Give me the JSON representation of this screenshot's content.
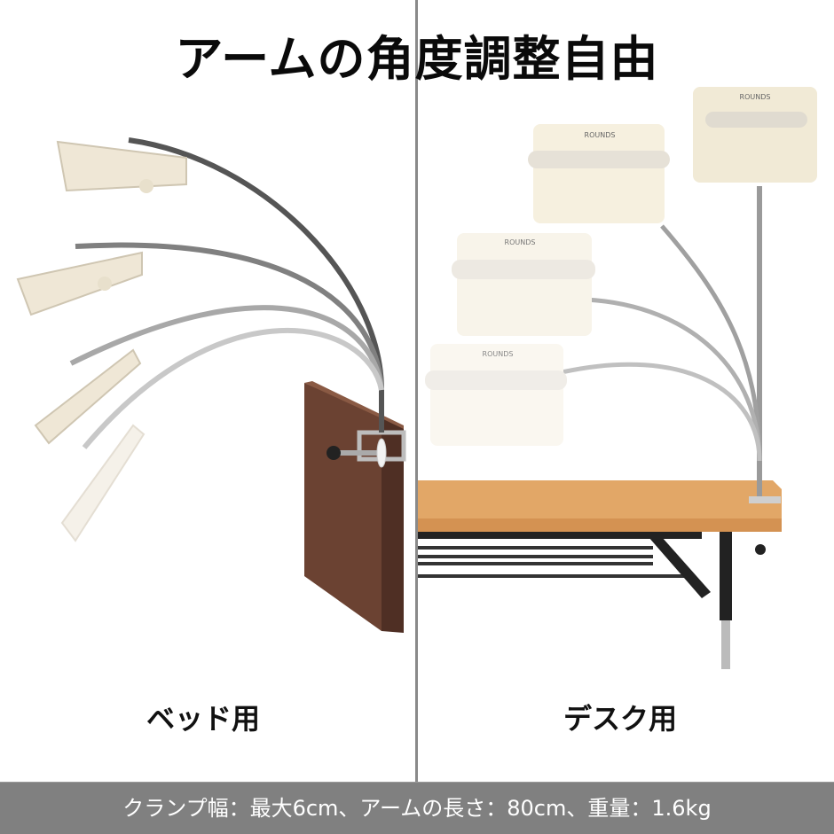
{
  "title": "アームの角度調整自由",
  "panels": {
    "left": {
      "caption": "ベッド用",
      "illustration": "gooseneck-arm-clamped-to-bed-board-with-multiple-angle-positions"
    },
    "right": {
      "caption": "デスク用",
      "illustration": "book-stand-holders-on-gooseneck-arm-clamped-to-desk",
      "brand_label": "ROUNDS"
    }
  },
  "footer": {
    "spec_text": "クランプ幅：最大6cm、アームの長さ：80cm、重量：1.6kg"
  },
  "colors": {
    "footer_bg": "#808080",
    "divider": "#8a8a8a",
    "bed_board": "#6b4232",
    "desk_top": "#e2a767",
    "holder": "#f5f0e1"
  }
}
